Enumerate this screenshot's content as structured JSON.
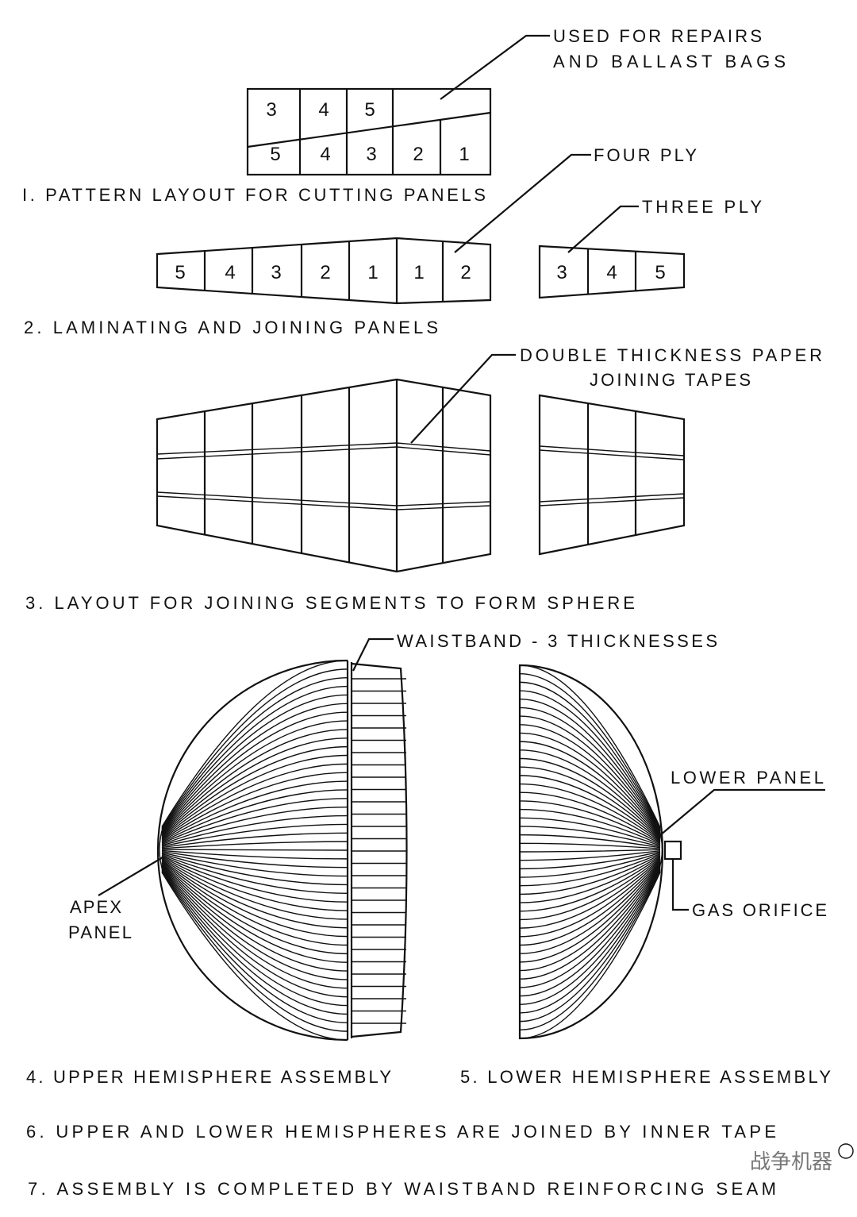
{
  "figure1": {
    "caption": "I. PATTERN LAYOUT FOR CUTTING PANELS",
    "top_row": [
      "3",
      "4",
      "5"
    ],
    "bottom_row": [
      "5",
      "4",
      "3",
      "2",
      "1"
    ],
    "callout_line1": "USED FOR REPAIRS",
    "callout_line2": "AND BALLAST BAGS"
  },
  "figure2": {
    "caption": "2. LAMINATING AND JOINING PANELS",
    "left_strip": [
      "5",
      "4",
      "3",
      "2",
      "1",
      "1",
      "2"
    ],
    "right_strip": [
      "3",
      "4",
      "5"
    ],
    "callout_four_ply": "FOUR PLY",
    "callout_three_ply": "THREE PLY"
  },
  "figure3": {
    "caption": "3. LAYOUT FOR JOINING SEGMENTS TO FORM SPHERE",
    "callout_line1": "DOUBLE THICKNESS PAPER",
    "callout_line2": "JOINING TAPES"
  },
  "figure4": {
    "caption": "4. UPPER HEMISPHERE ASSEMBLY",
    "waistband_label": "WAISTBAND - 3 THICKNESSES",
    "apex_label_line1": "APEX",
    "apex_label_line2": "PANEL"
  },
  "figure5": {
    "caption": "5. LOWER HEMISPHERE ASSEMBLY",
    "lower_panel_label": "LOWER PANEL",
    "gas_orifice_label": "GAS ORIFICE"
  },
  "step6": "6. UPPER AND LOWER HEMISPHERES ARE JOINED BY INNER TAPE",
  "step7": "7. ASSEMBLY IS COMPLETED BY WAISTBAND REINFORCING SEAM",
  "watermark": "战争机器"
}
